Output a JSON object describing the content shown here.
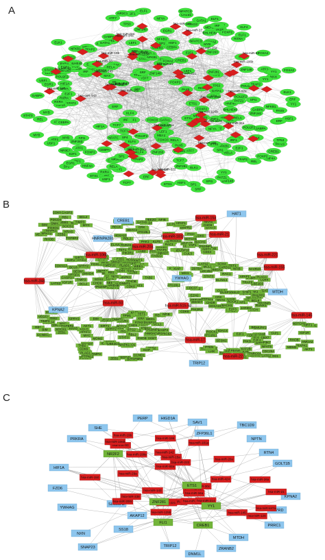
{
  "colors": {
    "tf_node": "#3de23a",
    "mirna_node": "#d81e1e",
    "target_node": "#8ec6ee",
    "hub_node": "#73b53a",
    "edge": "#8a8a8a"
  },
  "panels": [
    {
      "letter": "A",
      "tf_labels": [
        "GATA1",
        "HSF1",
        "ZNF148",
        "USF1",
        "ERF",
        "FOXA2",
        "SPI1",
        "YY1",
        "NFKB1",
        "RELA",
        "REL",
        "FOXP2",
        "POU2F2",
        "PATZ1",
        "IRF",
        "TFAP2",
        "NFATC3",
        "BHLHE40",
        "RXRA",
        "SP1",
        "STAT3",
        "E2F1",
        "MAX",
        "ELK1",
        "MYB",
        "ETS1",
        "TCF7",
        "LEF1",
        "ZNF263",
        "ZNF281",
        "MEF2",
        "ATF1",
        "NR3C1",
        "HIF1A",
        "SP4",
        "NFYA",
        "EGR1",
        "PAX5",
        "KLF4",
        "CREB1",
        "ATF7",
        "MEF2A",
        "TP53",
        "CEBPA",
        "HNF4A",
        "SRF",
        "IRF1",
        "ELF1",
        "FOXO3",
        "GABPA"
      ],
      "mirna_labels": [
        "hsa-miR-17",
        "hsa-miR-20a",
        "hsa-miR-93",
        "hsa-miR-106b",
        "hsa-miR-21",
        "hsa-miR-155",
        "hsa-miR-34a",
        "hsa-miR-125b",
        "hsa-miR-143",
        "hsa-miR-145",
        "hsa-miR-200c",
        "hsa-miR-221",
        "hsa-miR-222",
        "hsa-miR-29a",
        "hsa-miR-181a",
        "hsa-miR-15a",
        "hsa-miR-16",
        "hsa-miR-19b",
        "hsa-miR-92a",
        "hsa-miR-let7a"
      ]
    },
    {
      "letter": "B",
      "blue_labels": [
        "CREB1",
        "HAT1",
        "HNRNPA2B1",
        "YWHAG",
        "KPNA2",
        "MTDH",
        "TRIP12"
      ],
      "mirna_labels": [
        "hsa-miR-515-5p",
        "hsa-miR-17",
        "hsa-miR-22",
        "hsa-miR-93",
        "hsa-miR-106b",
        "hsa-miR-20a",
        "hsa-miR-21",
        "hsa-miR-155",
        "hsa-miR-145",
        "hsa-miR-34a",
        "hsa-miR-181a",
        "hsa-miR-221",
        "hsa-miR-15a"
      ],
      "target_labels": [
        "PTEN",
        "E2F1",
        "CDKN1A",
        "BCL2",
        "MYC",
        "KRAS",
        "VEGFA",
        "CCND1",
        "SOCS1",
        "SMAD4",
        "TGFBR2",
        "ZEB1",
        "ZEB2",
        "RB1",
        "BIM",
        "PDCD4",
        "TIMP3",
        "SPRY2",
        "RHOB",
        "CASP3",
        "FOXO1",
        "MAPK1",
        "AKT1",
        "MDM2",
        "SIRT1",
        "IGF1R",
        "NOTCH1",
        "HMGA2",
        "LIN28B",
        "STAT3",
        "IL6",
        "TP53INP1",
        "CDK6",
        "ARID4B",
        "RBL2",
        "PTPN12",
        "ITCH",
        "SMAD7",
        "KLF5",
        "BMPR2",
        "CD44",
        "SOX4",
        "MEF2C",
        "TAB2",
        "WEE1",
        "EZH2",
        "DNMT1",
        "TET1",
        "CHD9",
        "PLAG1",
        "CUL3",
        "UBE2D3",
        "MCL1",
        "XIAP",
        "FASLG",
        "RECK",
        "TPM1",
        "BTG2",
        "APAF1",
        "DUSP10",
        "ACVR2A",
        "NFIB",
        "CDC25A",
        "ATG16L1",
        "BACH1",
        "SP3",
        "FOXP1",
        "HDAC4",
        "YAP1",
        "NRAS",
        "RAC1",
        "CRK",
        "PAK1",
        "ROCK1",
        "TRAF6",
        "IRAK1",
        "CARD11",
        "PIK3R1",
        "ELAVL1",
        "RUNX1",
        "GATA6",
        "HOXA10",
        "MAP3K7",
        "BCL6",
        "SHIP1",
        "JARID2",
        "ZBTB4",
        "E2F3",
        "PHLPP2",
        "MXI1",
        "CDC37",
        "LATS2",
        "NEDD4L",
        "FBXW7",
        "CBX7",
        "NFAT5",
        "SMURF2",
        "KAT2B",
        "SESN1",
        "TNRC6A"
      ]
    },
    {
      "letter": "C",
      "blue_labels": [
        "PERP",
        "HIGD1A",
        "SAV1",
        "SHE",
        "ZFP36L1",
        "TBC1D9",
        "PRKRA",
        "NPTN",
        "RTN4",
        "HIF1A",
        "GOLT1B",
        "FZD6",
        "YWHAG",
        "KPNA2",
        "IL17RD",
        "SLC38A2",
        "AKAP12",
        "NXN",
        "SNAP23",
        "SS18",
        "PRRC1",
        "TRIP12",
        "DNM1L",
        "ZRANB2",
        "MTDH"
      ],
      "green_labels": [
        "NR2F2",
        "ETS1",
        "ZNF281",
        "YY1",
        "FLI1",
        "CREB1"
      ],
      "mirna_labels": [
        "hsa-miR-17",
        "hsa-miR-20a",
        "hsa-miR-93",
        "hsa-miR-106b",
        "hsa-miR-21",
        "hsa-miR-155",
        "hsa-miR-34a",
        "hsa-miR-125b",
        "hsa-miR-143",
        "hsa-miR-145",
        "hsa-miR-200c",
        "hsa-miR-221",
        "hsa-miR-222",
        "hsa-miR-29a",
        "hsa-miR-181a",
        "hsa-miR-15a",
        "hsa-miR-16",
        "hsa-miR-19b",
        "hsa-miR-92a",
        "hsa-miR-let7a",
        "hsa-miR-424",
        "hsa-miR-195",
        "hsa-miR-26a",
        "hsa-miR-30c",
        "hsa-miR-338",
        "hsa-miR-214",
        "hsa-miR-199a",
        "hsa-miR-150",
        "hsa-miR-126",
        "hsa-miR-142"
      ]
    }
  ]
}
